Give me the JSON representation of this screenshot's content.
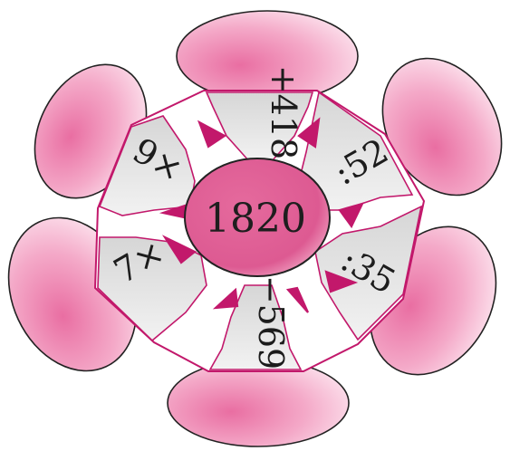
{
  "center": {
    "value": "1820",
    "color": "#e2649a"
  },
  "operations": [
    {
      "label": "+418"
    },
    {
      "label": ":52"
    },
    {
      "label": ":35"
    },
    {
      "label": "−569"
    },
    {
      "label": "7×"
    },
    {
      "label": "9×"
    }
  ],
  "colors": {
    "petal": "#ee8fb7",
    "petal_light": "#fadbe8",
    "arrow_fill": "#e4e4e4",
    "arrow_stroke": "#c2186b",
    "outline": "#222222"
  }
}
